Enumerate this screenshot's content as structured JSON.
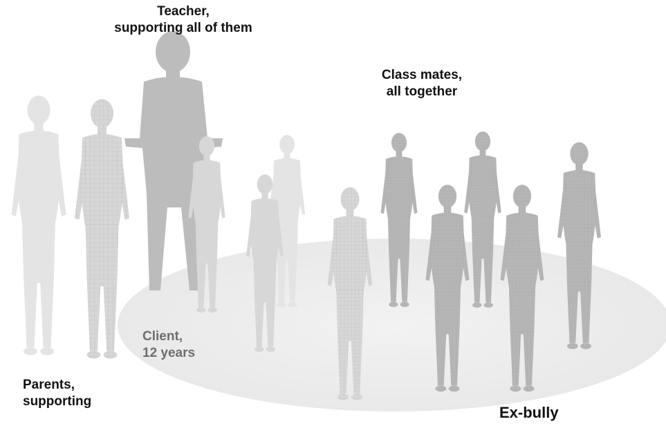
{
  "labels": {
    "teacher": [
      "Teacher,",
      "supporting all of them"
    ],
    "class_mates": [
      "Class mates,",
      "all together"
    ],
    "client": [
      "Client,",
      "12 years"
    ],
    "parents": [
      "Parents,",
      "supporting"
    ],
    "ex_bully": "Ex-bully"
  },
  "colors": {
    "ghost_figure": "#e4e4e4",
    "mesh_figure": "#d2d2d2",
    "dark_mesh_figure": "#a9a9a9",
    "teacher_silhouette": "#bcbcbc",
    "floor_ellipse": "#eeeeee",
    "client_label": "#6e6e6e"
  }
}
